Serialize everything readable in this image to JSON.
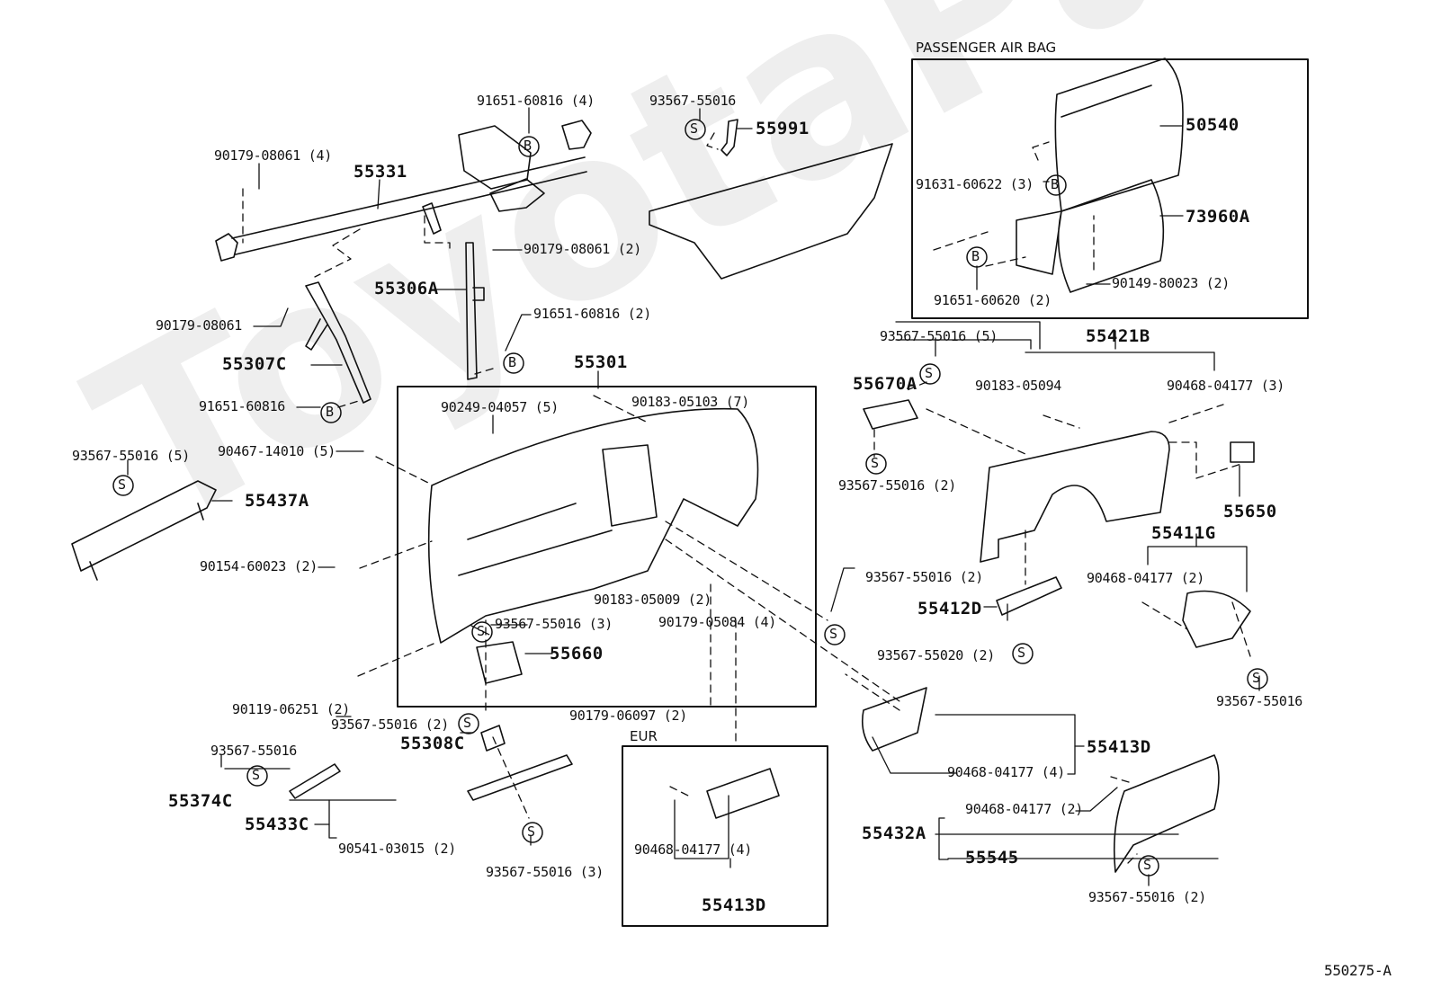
{
  "diagram": {
    "drawing_number": "550275-A",
    "watermark": "ToyotaParts",
    "colors": {
      "ink": "#111111",
      "paper": "#ffffff",
      "watermark": "#eeeeee"
    },
    "symbols": {
      "bolt_symbol": "B",
      "screw_symbol": "S"
    },
    "groups": {
      "passenger_air_bag": "PASSENGER AIR BAG",
      "eur": "EUR"
    },
    "parts": {
      "p91651_60816_4": "91651-60816 (4)",
      "p90179_08061_4": "90179-08061 (4)",
      "p55331": "55331",
      "p90179_08061_2": "90179-08061 (2)",
      "p55306A": "55306A",
      "p90179_08061": "90179-08061",
      "p91651_60816_2": "91651-60816 (2)",
      "p55307C": "55307C",
      "p91651_60816": "91651-60816",
      "p93567_55016_top": "93567-55016",
      "p55991": "55991",
      "p50540": "50540",
      "p91631_60622_3": "91631-60622 (3)",
      "p73960A": "73960A",
      "p91651_60620_2": "91651-60620 (2)",
      "p90149_80023_2": "90149-80023 (2)",
      "p55301": "55301",
      "p90249_04057_5": "90249-04057 (5)",
      "p90183_05103_7": "90183-05103 (7)",
      "p90467_14010_5": "90467-14010 (5)",
      "p93567_55016_5_left": "93567-55016 (5)",
      "p55437A": "55437A",
      "p90154_60023_2": "90154-60023 (2)",
      "p90183_05009_2": "90183-05009 (2)",
      "p90179_05084_4": "90179-05084 (4)",
      "p93567_55016_3_mid": "93567-55016 (3)",
      "p55660": "55660",
      "p90119_06251_2": "90119-06251 (2)",
      "p90179_06097_2": "90179-06097 (2)",
      "p93567_55016_2_mid": "93567-55016 (2)",
      "p55308C": "55308C",
      "p93567_55016_lower": "93567-55016",
      "p55374C": "55374C",
      "p55433C": "55433C",
      "p90541_03015_2": "90541-03015 (2)",
      "p93567_55016_3_low": "93567-55016 (3)",
      "p90468_04177_4_eur": "90468-04177 (4)",
      "p55413D_eur": "55413D",
      "p93567_55016_5_right": "93567-55016 (5)",
      "p55670A": "55670A",
      "p93567_55016_2_right": "93567-55016 (2)",
      "p55421B": "55421B",
      "p90183_05094": "90183-05094",
      "p90468_04177_3": "90468-04177 (3)",
      "p55650": "55650",
      "p93567_55016_2_far": "93567-55016 (2)",
      "p55412D": "55412D",
      "p93567_55020_2": "93567-55020 (2)",
      "p55411G": "55411G",
      "p90468_04177_2_g": "90468-04177 (2)",
      "p93567_55016_right": "93567-55016",
      "p55413D": "55413D",
      "p90468_04177_4": "90468-04177 (4)",
      "p90468_04177_2": "90468-04177 (2)",
      "p55432A": "55432A",
      "p55545": "55545",
      "p93567_55016_2_bottom": "93567-55016 (2)"
    }
  }
}
